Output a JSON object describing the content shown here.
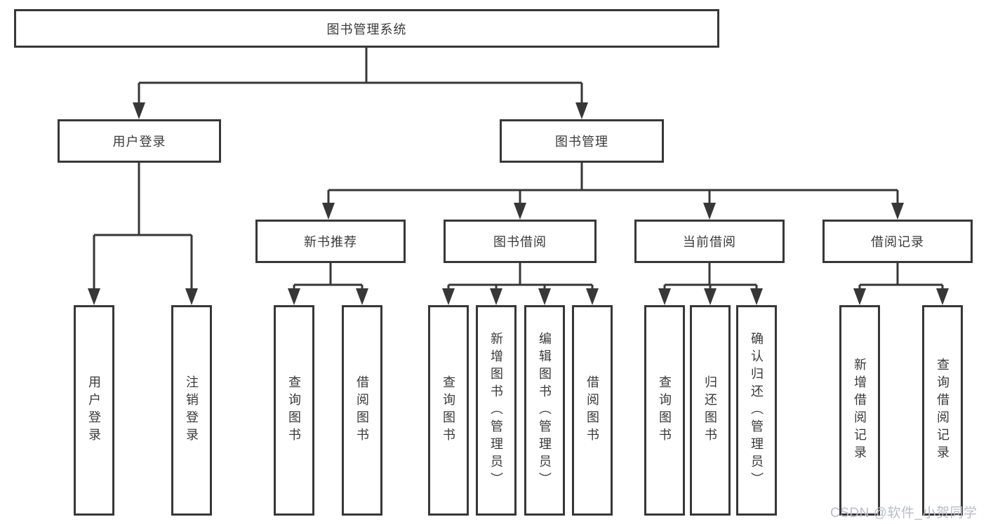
{
  "diagram": {
    "root": {
      "label": "图书管理系统"
    },
    "level2": [
      {
        "label": "用户登录"
      },
      {
        "label": "图书管理"
      }
    ],
    "level3": [
      {
        "label": "新书推荐"
      },
      {
        "label": "图书借阅"
      },
      {
        "label": "当前借阅"
      },
      {
        "label": "借阅记录"
      }
    ],
    "leaves": {
      "user_login": [
        "用户登录",
        "注销登录"
      ],
      "new_books": [
        "查询图书",
        "借阅图书"
      ],
      "book_borrow": [
        "查询图书",
        "新增图书（管理员）",
        "编辑图书（管理员）",
        "借阅图书"
      ],
      "current_borrow": [
        "查询图书",
        "归还图书",
        "确认归还（管理员）"
      ],
      "borrow_records": [
        "新增借阅记录",
        "查询借阅记录"
      ]
    }
  },
  "watermark": {
    "text": "CSDN @软件_小贺同学"
  },
  "colors": {
    "line": "#373737",
    "background": "#ffffff",
    "watermark": "#b9bdc6"
  }
}
